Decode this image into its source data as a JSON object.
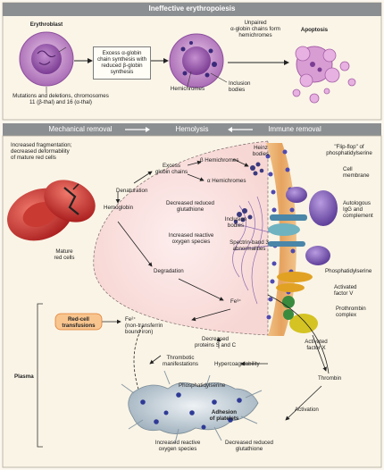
{
  "top_panel": {
    "title": "Ineffective erythropoiesis",
    "erythroblast": "Erythroblast",
    "excess_box": "Excess α-globin\nchain synthesis with\nreduced β-globin\nsynthesis",
    "unpaired": "Unpaired\nα-globin chains form\nhemichromes",
    "apoptosis": "Apoptosis",
    "mutations": "Mutations and deletions, chromosomes\n11 (β-thal) and 16 (α-thal)",
    "hemichromes": "Hemichromes",
    "inclusion": "Inclusion\nbodies"
  },
  "hemolysis_bar": {
    "mechanical": "Mechanical removal",
    "hemolysis": "Hemolysis",
    "immune": "Immune removal"
  },
  "labels": {
    "fragmentation": "Increased fragmentation;\ndecreased deformability\nof mature red cells",
    "mature_red_cells": "Mature\nred cells",
    "hemoglobin": "Hemoglobin",
    "denaturation": "Denaturation",
    "excess_globin": "Excess\nglobin chains",
    "beta_hemichromes": "β Hemichromes",
    "alpha_hemichromes": "α Hemichromes",
    "heinz": "Heinz\nbodies",
    "flip_flop": "\"Flip-flop\" of\nphosphatidylserine",
    "cell_membrane": "Cell\nmembrane",
    "decreased_glutathione": "Decreased reduced\nglutathione",
    "inclusion_bodies": "Inclusion\nbodies",
    "ros": "Increased reactive\noxygen species",
    "spectrin": "Spectrin-band 3\nabnormalities",
    "autologous": "Autologous\nIgG and\ncomplement",
    "phosphatidylserine": "Phosphatidylserine",
    "degradation": "Degradation",
    "fe3": "Fe³⁺",
    "activated_v": "Activated\nfactor V",
    "prothrombin": "Prothrombin\ncomplex",
    "transfusions": "Red-cell\ntransfusions",
    "fe2": "Fe²⁺\n(non-transferrin\nbound iron)",
    "decreased_ps_c": "Decreased\nproteins S and C",
    "thrombotic": "Thrombotic\nmanifestations",
    "hypercoag": "Hypercoagulability",
    "activated_x": "Activated\nfactor X",
    "plasma": "Plasma",
    "thrombin": "Thrombin",
    "activation": "Activation",
    "ps_platelets": "Phosphatidylserine",
    "adhesion": "Adhesion\nof platelets",
    "ros2": "Increased reactive\noxygen species",
    "glut2": "Decreased reduced\nglutathione"
  }
}
